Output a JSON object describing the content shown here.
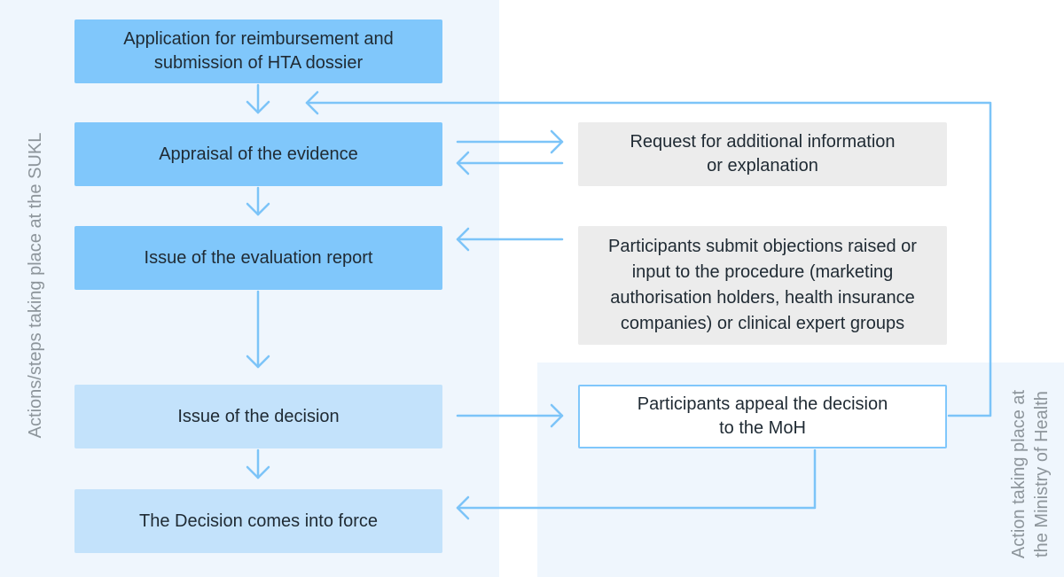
{
  "regions": {
    "sukl_label": "Actions/steps taking place at the SUKL",
    "moh_label_line1": "Action taking place at",
    "moh_label_line2": "the Ministry of Health"
  },
  "steps": {
    "application": "Application for reimbursement and submission of HTA dossier",
    "appraisal": "Appraisal of the evidence",
    "evaluation_report": "Issue of the evaluation report",
    "decision": "Issue of the decision",
    "in_force": "The Decision comes into force"
  },
  "side_boxes": {
    "request_info": "Request for additional information or explanation",
    "objections": "Participants submit objections raised or input to the procedure (marketing authorisation holders, health insurance companies) or clinical expert groups",
    "appeal": "Participants appeal the decision to the MoH"
  },
  "colors": {
    "primary_step": "#80c7fb",
    "light_step": "#c3e2fb",
    "arrow": "#7cc4f8",
    "side_box": "#ececec",
    "region_bg": "#eff6fd"
  }
}
